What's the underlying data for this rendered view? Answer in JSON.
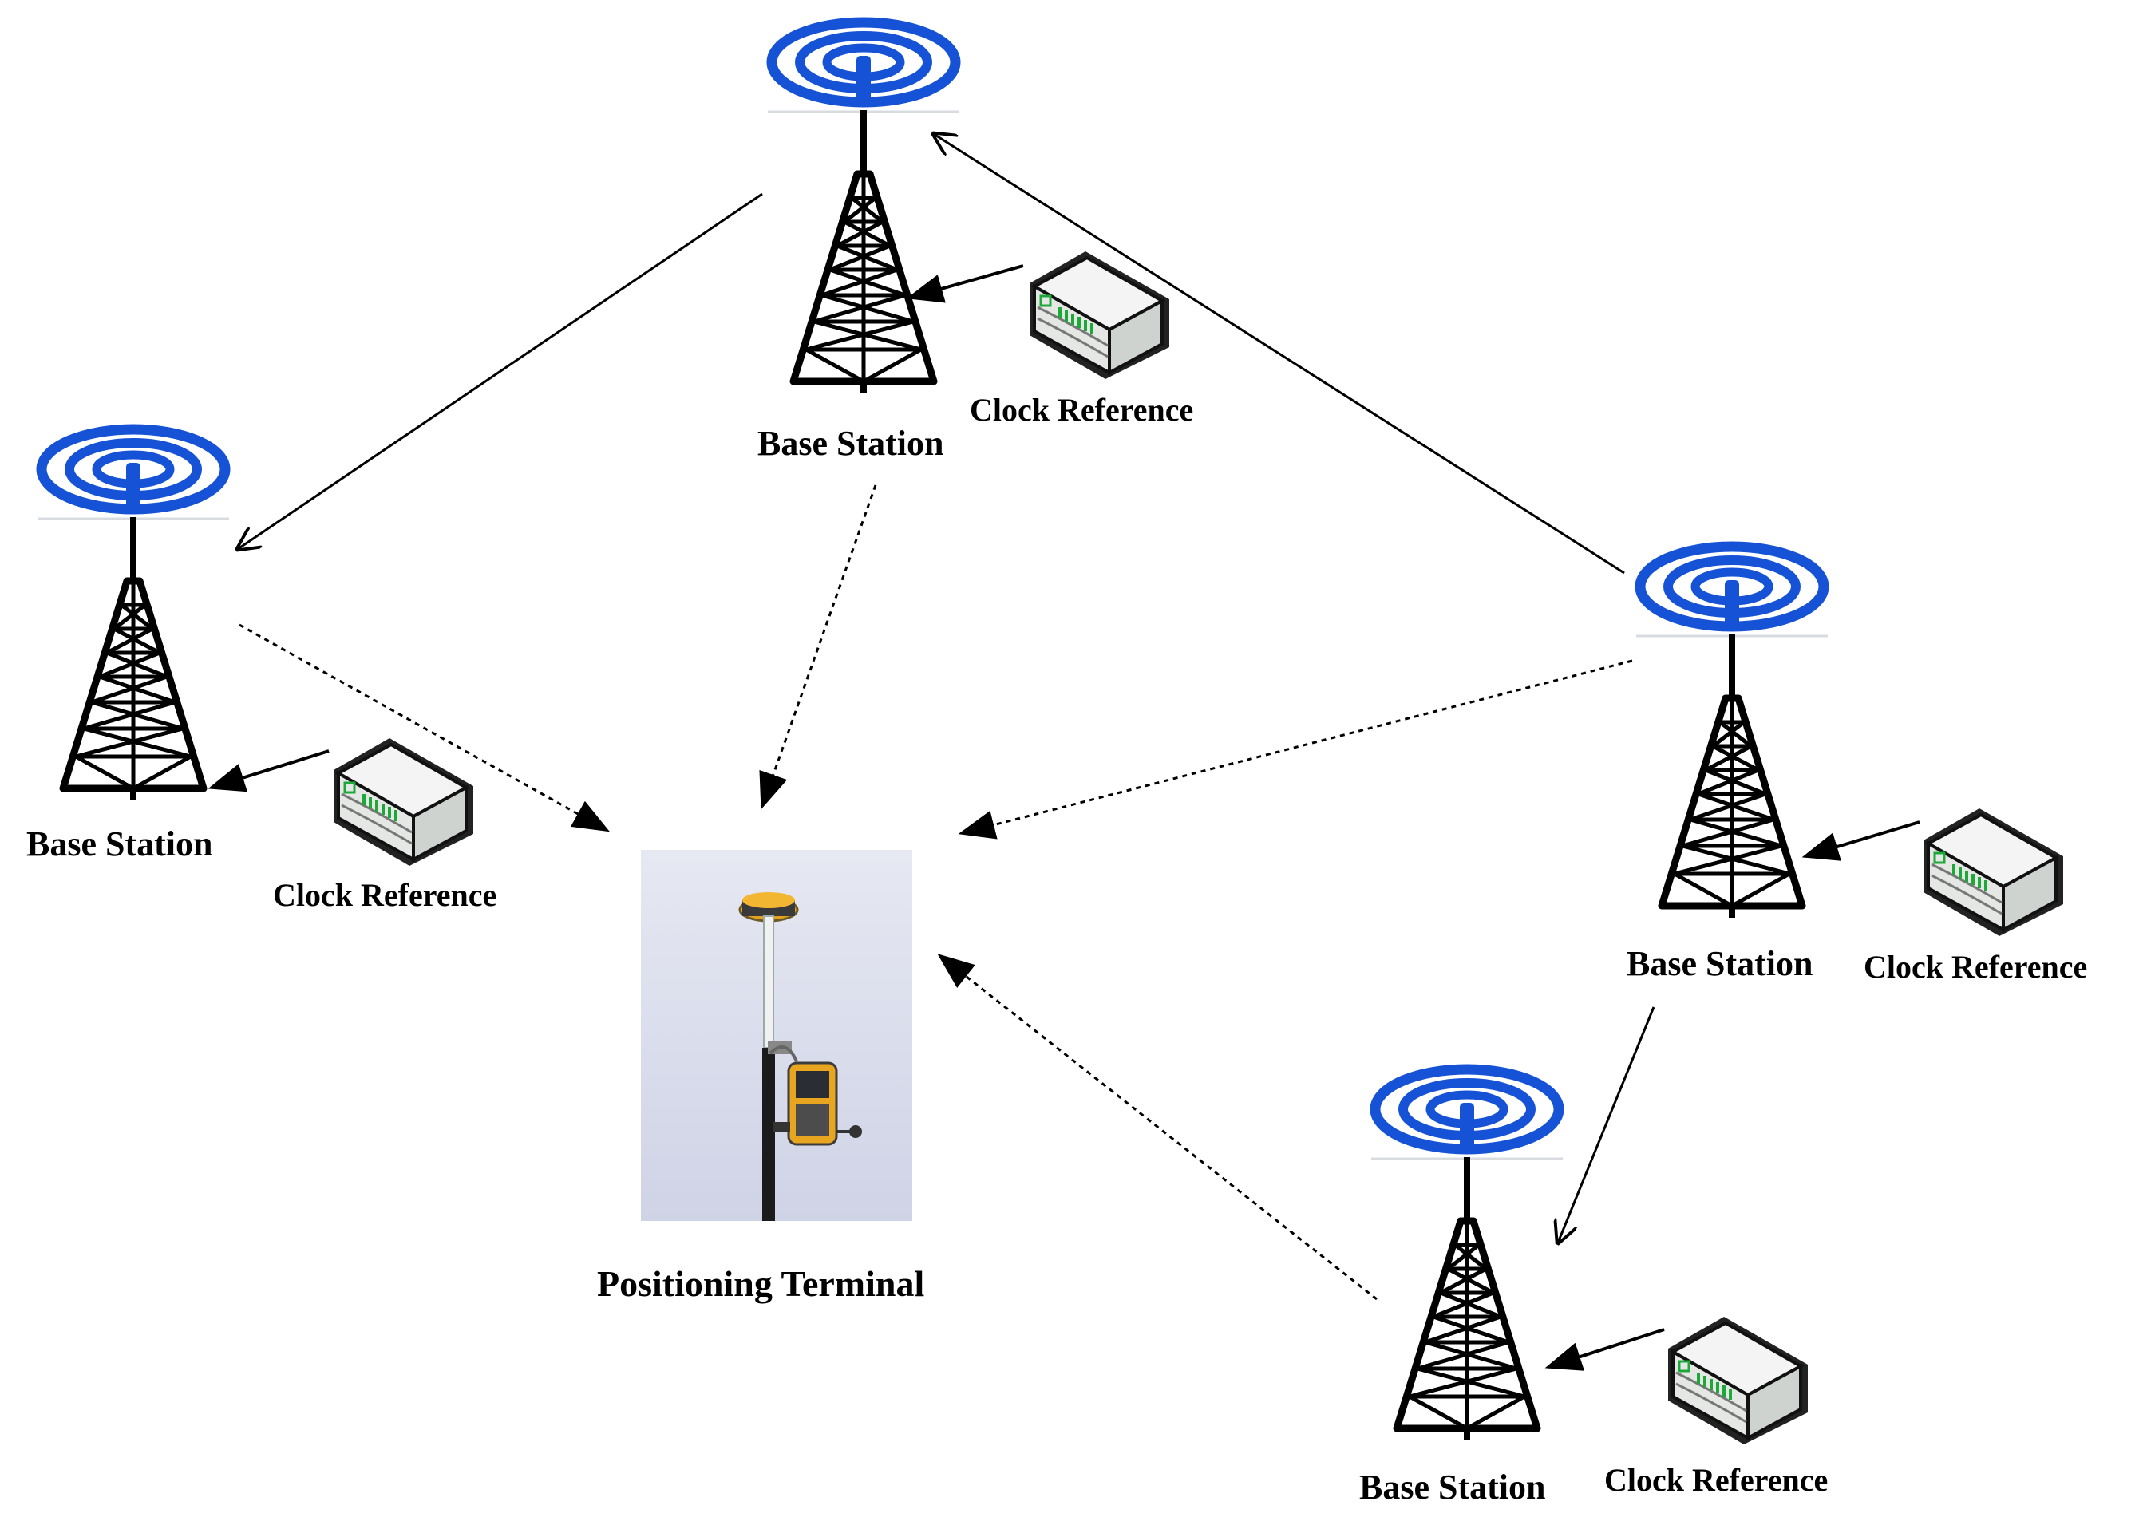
{
  "labels": {
    "base_station": "Base Station",
    "clock_reference": "Clock Reference",
    "positioning_terminal": "Positioning Terminal"
  },
  "colors": {
    "signal": "#1652d6",
    "tower": "#000000",
    "clock_body": "#e9ece9",
    "clock_led": "#1fa83a",
    "terminal_bg": "#d9dded"
  },
  "icons": {
    "tower": "radio-tower-icon",
    "signal": "signal-waves-icon",
    "clock": "clock-reference-device-icon",
    "terminal": "gnss-receiver-pole-icon"
  }
}
